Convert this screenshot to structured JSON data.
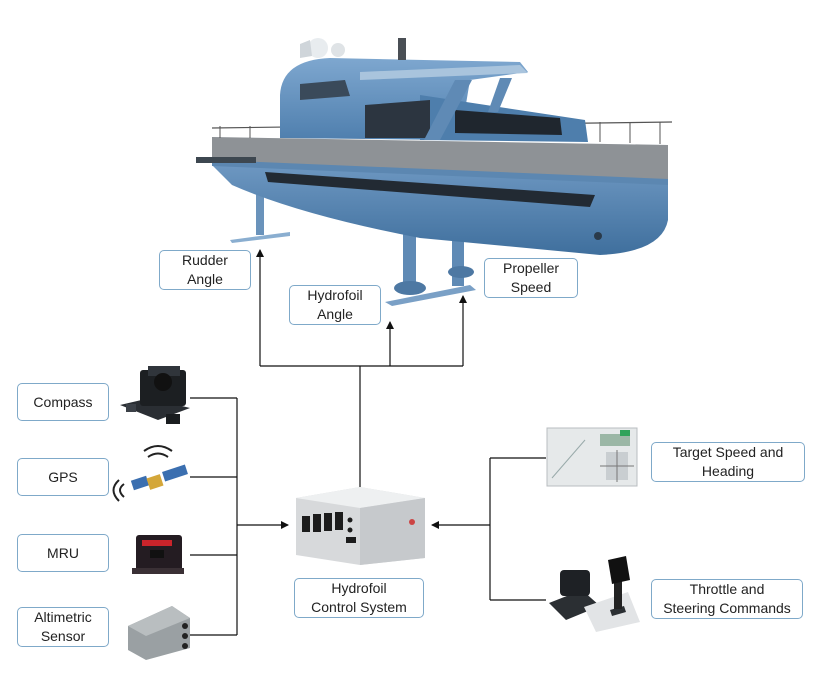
{
  "labels": {
    "rudder_angle": "Rudder\nAngle",
    "hydrofoil_angle": "Hydrofoil\nAngle",
    "propeller_speed": "Propeller\nSpeed",
    "compass": "Compass",
    "gps": "GPS",
    "mru": "MRU",
    "altimetric_sensor": "Altimetric\nSensor",
    "hydrofoil_control_system": "Hydrofoil\nControl System",
    "target_speed_heading": "Target Speed and\nHeading",
    "throttle_steering": "Throttle and\nSteering Commands"
  },
  "icons": {
    "boat": "hydrofoil-boat-icon",
    "compass": "compass-device-icon",
    "gps": "gps-satellite-icon",
    "mru": "mru-device-icon",
    "altimetric": "altimetric-sensor-icon",
    "control_box": "control-box-icon",
    "screen": "navigation-screen-icon",
    "joystick": "joystick-throttle-icon"
  },
  "colors": {
    "label_border": "#7fa9c9",
    "connector": "#111111",
    "hull_blue": "#5b87b3",
    "deck_gray": "#8e9296"
  }
}
